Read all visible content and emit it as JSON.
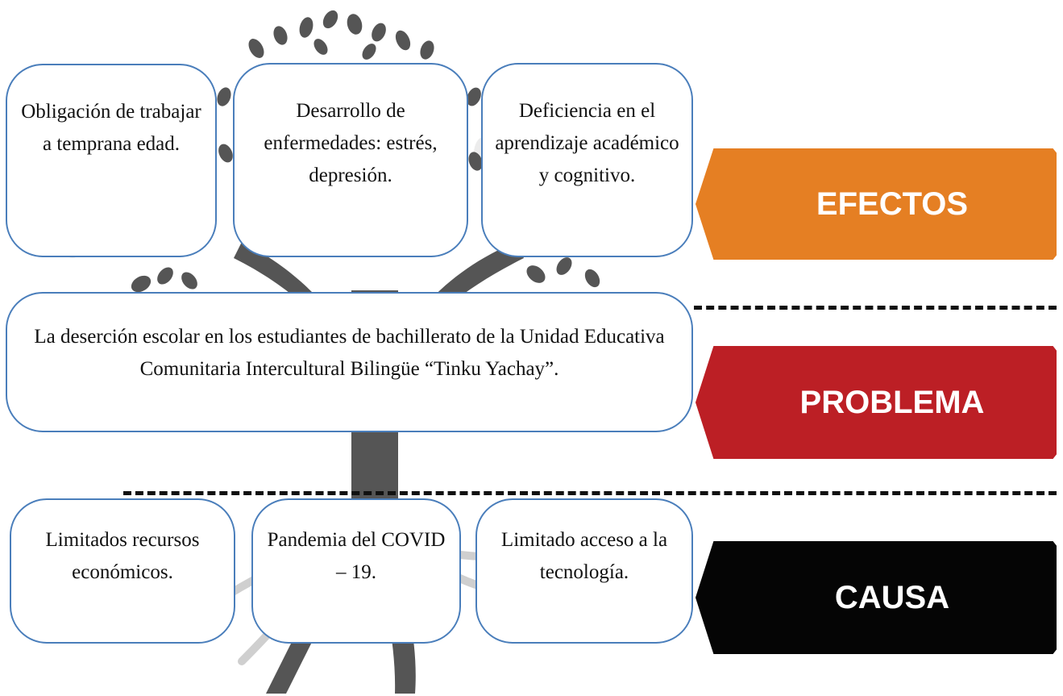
{
  "colors": {
    "box_border": "#4a7ebb",
    "efectos": "#e57f23",
    "problema": "#bc1f25",
    "causa": "#050505",
    "tree": "#555555"
  },
  "labels": {
    "efectos": "EFECTOS",
    "problema": "PROBLEMA",
    "causa": "CAUSA"
  },
  "effects": [
    {
      "text": "Obligación de trabajar a temprana edad."
    },
    {
      "text": "Desarrollo de enfermedades: estrés, depresión."
    },
    {
      "text": "Deficiencia en el aprendizaje académico y cognitivo."
    }
  ],
  "problem": {
    "text": "La deserción escolar en los estudiantes de bachillerato de la Unidad Educativa Comunitaria Intercultural Bilingüe “Tinku Yachay”."
  },
  "causes": [
    {
      "text": "Limitados recursos económicos."
    },
    {
      "text": "Pandemia del COVID – 19."
    },
    {
      "text": "Limitado acceso a la tecnología."
    }
  ]
}
